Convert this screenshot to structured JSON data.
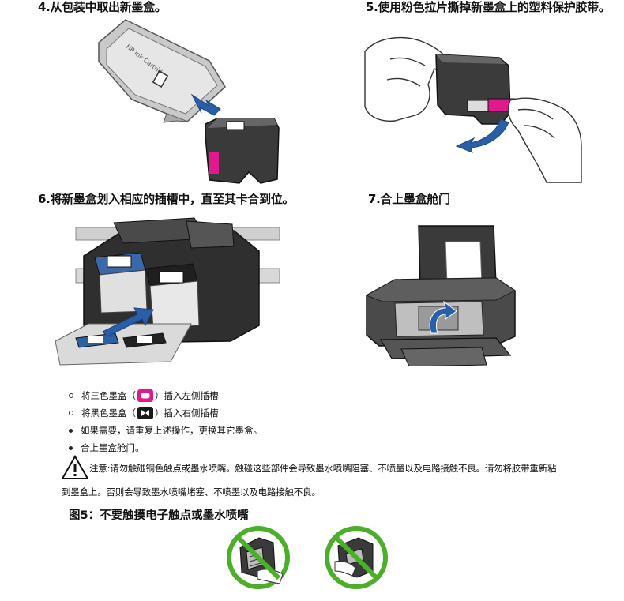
{
  "steps": [
    {
      "title": "4.从包装中取出新墨盒。"
    },
    {
      "title": "5.使用粉色拉片撕掉新墨盒上的塑料保护胶带。"
    },
    {
      "title": "6.将新墨盒划入相应的插槽中，直至其卡合到位。"
    },
    {
      "title": "7.合上墨盒舱门"
    }
  ],
  "package_label": "HP Ink Cartridge",
  "bullets": [
    {
      "style": "hollow",
      "before": "将三色墨盒（",
      "icon": "tricolor-cartridge-icon",
      "after": "）插入左侧插槽"
    },
    {
      "style": "hollow",
      "before": "将黑色墨盒（",
      "icon": "black-cartridge-icon",
      "after": "）插入右侧插槽"
    },
    {
      "style": "solid",
      "before": "如果需要，请重复上述操作，更换其它墨盒。",
      "icon": "",
      "after": ""
    },
    {
      "style": "solid",
      "before": "合上墨盒舱门。",
      "icon": "",
      "after": ""
    }
  ],
  "note": {
    "line1": "注意:请勿触碰铜色触点或墨水喷嘴。触碰这些部件会导致墨水喷嘴阻塞、不喷墨以及电路接触不良。请勿将胶带重新粘",
    "line2": "到墨盒上。否则会导致墨水喷嘴堵塞、不喷墨以及电路接触不良。",
    "icon": "warning-triangle-icon"
  },
  "figure_caption": "图5：不要触摸电子触点或墨水喷嘴",
  "colors": {
    "magenta": "#e0198c",
    "no_symbol_green": "#4caf2a",
    "cartridge_dark": "#3a3a3a",
    "arrow_blue": "#2a5ea8"
  }
}
